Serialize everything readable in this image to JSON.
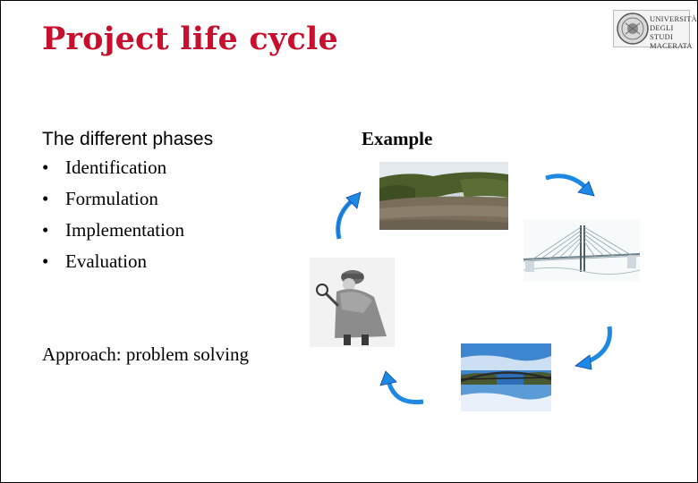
{
  "slide": {
    "title": "Project life cycle",
    "logo": {
      "icon": "university-seal-icon",
      "lines": [
        "UNIVERSITÀ",
        "DEGLI STUDI",
        "MACERATA"
      ]
    },
    "phases": {
      "heading": "The different phases",
      "bullet": "•",
      "items": [
        "Identification",
        "Formulation",
        "Implementation",
        "Evaluation"
      ]
    },
    "approach": "Approach: problem solving",
    "example": {
      "label": "Example",
      "images": [
        "river-photo",
        "bridge-sketch",
        "bridge-photo",
        "detective-photo"
      ],
      "cycle_arrow_color": "#1e88e5"
    },
    "colors": {
      "title": "#c8102e",
      "text": "#000000",
      "arrow": "#1e88e5"
    }
  }
}
